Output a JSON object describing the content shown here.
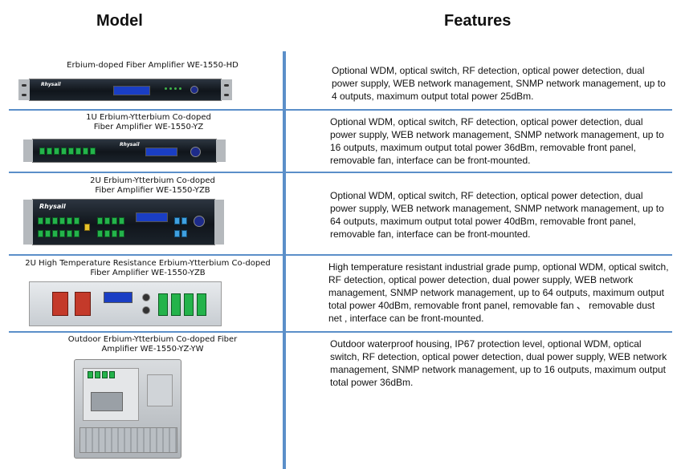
{
  "headers": {
    "model": "Model",
    "features": "Features"
  },
  "rows": [
    {
      "model_title": "Erbium-doped Fiber Amplifier WE-1550-HD",
      "features": "Optional WDM, optical switch, RF detection, optical power detection, dual power supply, WEB network management, SNMP network management, up to 4 outputs, maximum output total power 25dBm."
    },
    {
      "model_title": "1U Erbium-Ytterbium Co-doped Fiber Amplifier WE-1550-YZ",
      "features": "Optional WDM, optical switch, RF detection, optical power detection, dual power supply, WEB network management, SNMP network management, up to 16 outputs, maximum output total power 36dBm, removable front panel, removable fan, interface can be front-mounted."
    },
    {
      "model_title": "2U Erbium-Ytterbium Co-doped Fiber Amplifier WE-1550-YZB",
      "features": "Optional WDM, optical switch, RF detection, optical power detection, dual power supply, WEB network management, SNMP network management, up to 64 outputs, maximum output total power 40dBm, removable front panel, removable fan, interface can be front-mounted."
    },
    {
      "model_title": "2U High Temperature Resistance Erbium-Ytterbium Co-doped Fiber Amplifier WE-1550-YZB",
      "features": "High temperature resistant industrial grade pump, optional WDM, optical switch, RF detection, optical power detection, dual power supply, WEB network management, SNMP network management, up to 64 outputs, maximum output total power 40dBm, removable front panel, removable fan 、 removable dust net , interface can be front-mounted."
    },
    {
      "model_title": "Outdoor Erbium-Ytterbium Co-doped Fiber Amplifier WE-1550-YZ-YW",
      "features": "Outdoor waterproof housing, IP67 protection level, optional WDM, optical switch, RF detection, optical power detection, dual power supply, WEB network management, SNMP network management, up to 16 outputs, maximum output total power 36dBm."
    }
  ],
  "device_brand": "Rhysail",
  "colors": {
    "divider": "#5b8fc9",
    "lcd": "#1a3ec4",
    "port_green": "#24b34b"
  }
}
